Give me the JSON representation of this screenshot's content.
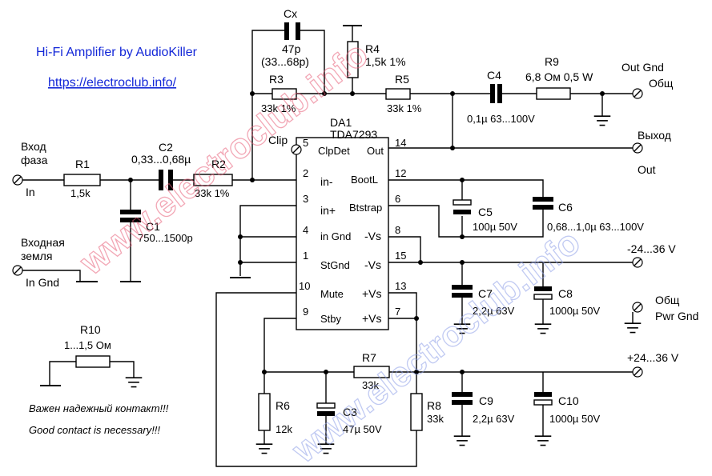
{
  "header": {
    "title": "Hi-Fi Amplifier by AudioKiller",
    "url": "https://electroclub.info/"
  },
  "watermark": {
    "text": "www.electroclub.info",
    "color_a": "#e8607a",
    "color_b": "#8fa0e8"
  },
  "ic": {
    "ref": "DA1",
    "part": "TDA7293",
    "clip_label": "Clip"
  },
  "pins": {
    "p5_num": "5",
    "p5_name": "ClpDet",
    "p14_num": "14",
    "p14_name": "Out",
    "p2_num": "2",
    "p2_name": "in-",
    "p12_num": "12",
    "p12_name": "BootL",
    "p3_num": "3",
    "p3_name": "in+",
    "p6_num": "6",
    "p6_name": "Btstrap",
    "p4_num": "4",
    "p4_name": "in Gnd",
    "p8_num": "8",
    "p8_name": "-Vs",
    "p1_num": "1",
    "p1_name": "StGnd",
    "p15_num": "15",
    "p15_name": "-Vs",
    "p10_num": "10",
    "p10_name": "Mute",
    "p13_num": "13",
    "p13_name": "+Vs",
    "p9_num": "9",
    "p9_name": "Stby",
    "p7_num": "7",
    "p7_name": "+Vs"
  },
  "components": {
    "cx_ref": "Cx",
    "cx_val": "47p",
    "cx_range": "(33...68p)",
    "r4_ref": "R4",
    "r4_val": "1,5k 1%",
    "r3_ref": "R3",
    "r3_val": "33k 1%",
    "r5_ref": "R5",
    "r5_val": "33k 1%",
    "c4_ref": "C4",
    "c4_val": "0,1µ 63...100V",
    "r9_ref": "R9",
    "r9_val": "6,8 Ом 0,5 W",
    "r1_ref": "R1",
    "r1_val": "1,5k",
    "c2_ref": "C2",
    "c2_val": "0,33...0,68µ",
    "r2_ref": "R2",
    "r2_val": "33k 1%",
    "c1_ref": "C1",
    "c1_val": "750...1500p",
    "c5_ref": "C5",
    "c5_val": "100µ 50V",
    "c6_ref": "C6",
    "c6_val": "0,68...1,0µ 63...100V",
    "c7_ref": "C7",
    "c7_val": "2,2µ 63V",
    "c8_ref": "C8",
    "c8_val": "1000µ 50V",
    "r7_ref": "R7",
    "r7_val": "33k",
    "r6_ref": "R6",
    "r6_val": "12k",
    "c3_ref": "C3",
    "c3_val": "47µ 50V",
    "r8_ref": "R8",
    "r8_val": "33k",
    "c9_ref": "C9",
    "c9_val": "2,2µ 63V",
    "c10_ref": "C10",
    "c10_val": "1000µ 50V",
    "r10_ref": "R10",
    "r10_val": "1...1,5 Ом"
  },
  "terminals": {
    "in_line1": "Вход",
    "in_line2": "фаза",
    "in_label": "In",
    "ingnd_line1": "Входная",
    "ingnd_line2": "земля",
    "ingnd_label": "In Gnd",
    "outgnd_label": "Out Gnd",
    "outgnd_sub": "Общ",
    "out_ru": "Выход",
    "out_en": "Out",
    "neg_supply": "-24...36 V",
    "pwrgnd_ru": "Общ",
    "pwrgnd_en": "Pwr Gnd",
    "pos_supply": "+24...36 V"
  },
  "notes": {
    "note_ru": "Важен надежный контакт!!!",
    "note_en": "Good contact is necessary!!!"
  }
}
